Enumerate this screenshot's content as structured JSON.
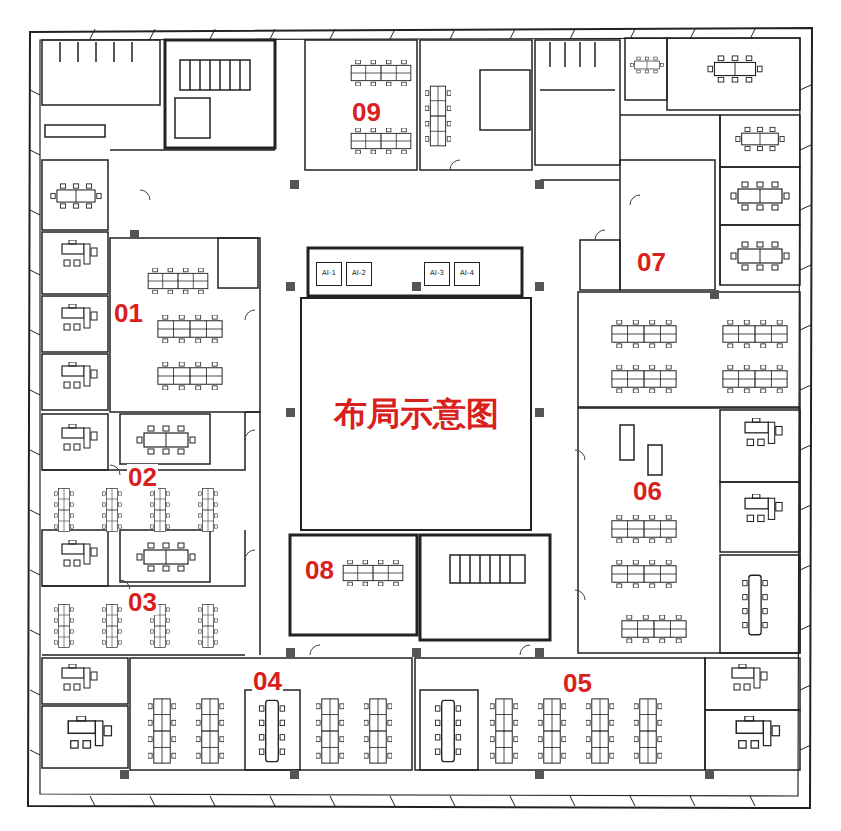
{
  "diagram": {
    "nodes": [
      {
        "text": [
          "布局示意图"
        ]
      },
      {
        "text": [
          "AI-1"
        ]
      },
      {
        "text": [
          "AI-2"
        ]
      },
      {
        "text": [
          "AI-3"
        ]
      },
      {
        "text": [
          "AI-4"
        ]
      }
    ],
    "labels": [
      "09",
      "07",
      "01",
      "02",
      "06",
      "08",
      "03",
      "04",
      "05"
    ]
  }
}
